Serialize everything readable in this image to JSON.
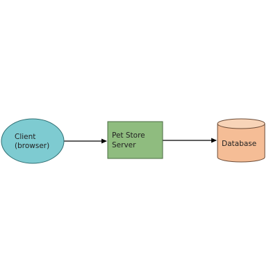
{
  "diagram": {
    "nodes": {
      "client": {
        "line1": "Client",
        "line2": "(browser)",
        "shape": "ellipse",
        "fill": "#7ecbd1"
      },
      "server": {
        "line1": "Pet Store",
        "line2": "Server",
        "shape": "rectangle",
        "fill": "#8fbc7f"
      },
      "database": {
        "label": "Database",
        "shape": "cylinder",
        "fill": "#f5bd96",
        "top_fill": "#f8d4b8"
      }
    },
    "edges": [
      {
        "from": "client",
        "to": "server",
        "directed": true
      },
      {
        "from": "server",
        "to": "database",
        "directed": true
      }
    ]
  }
}
